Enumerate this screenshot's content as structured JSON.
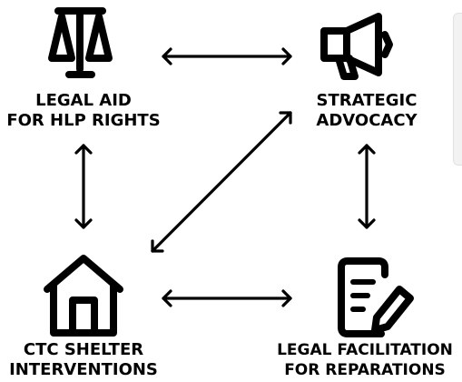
{
  "nodes": {
    "legal_aid": {
      "line1": "LEGAL AID",
      "line2": "FOR HLP RIGHTS",
      "icon": "scales-icon"
    },
    "advocacy": {
      "line1": "STRATEGIC",
      "line2": "ADVOCACY",
      "icon": "megaphone-icon"
    },
    "shelter": {
      "line1": "CTC SHELTER",
      "line2": "INTERVENTIONS",
      "icon": "house-icon"
    },
    "reparations": {
      "line1": "LEGAL FACILITATION",
      "line2": "FOR REPARATIONS",
      "icon": "document-pen-icon"
    }
  },
  "colors": {
    "stroke": "#000000",
    "background": "#ffffff",
    "panel": "#f2f2f2"
  }
}
